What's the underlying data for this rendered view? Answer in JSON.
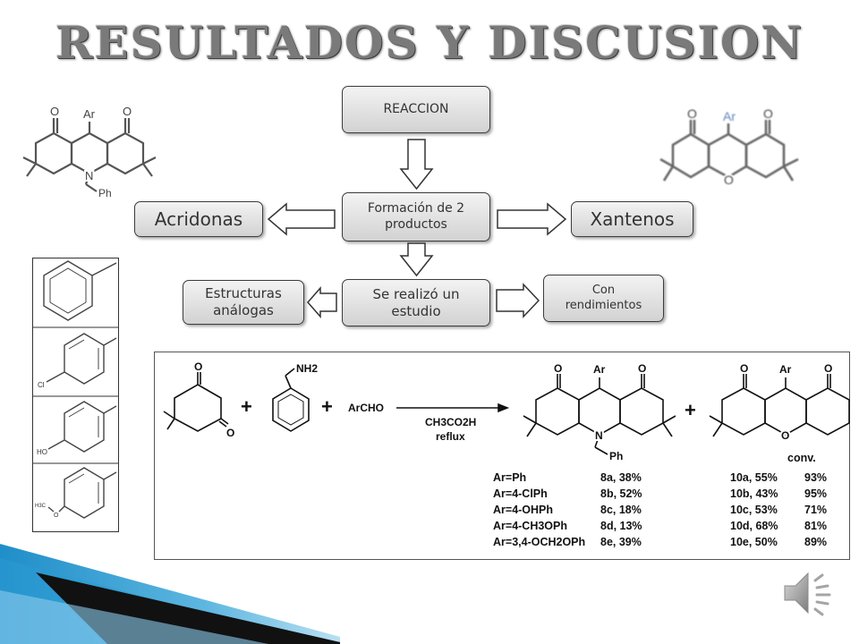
{
  "slide": {
    "title": "RESULTADOS Y DISCUSION"
  },
  "flow": {
    "reaccion": "REACCION",
    "formacion": "Formación de 2 productos",
    "acridonas": "Acridonas",
    "xantenos": "Xantenos",
    "estudio": "Se realizó un estudio",
    "estructuras": "Estructuras análogas",
    "rendimientos": "Con rendimientos"
  },
  "structures": {
    "acridone": {
      "o1": "O",
      "o2": "O",
      "ar": "Ar",
      "n": "N",
      "ph": "Ph"
    },
    "xanthene": {
      "o1": "O",
      "o2": "O",
      "ar": "Ar",
      "o": "O"
    },
    "substituents": [
      "Cl",
      "HO",
      "H3C",
      "O"
    ]
  },
  "scheme": {
    "reagent": "ArCHO",
    "amine_label": "NH2",
    "conditions": [
      "CH3CO2H",
      "reflux"
    ],
    "plus": "+",
    "product1_labels": {
      "ar": "Ar",
      "n": "N",
      "ph": "Ph",
      "o": "O"
    },
    "product2_labels": {
      "ar": "Ar",
      "o": "O"
    },
    "conv_header": "conv.",
    "rows": [
      {
        "ar": "Ar=Ph",
        "p1": "8a, 38%",
        "p2": "10a, 55%",
        "conv": "93%"
      },
      {
        "ar": "Ar=4-ClPh",
        "p1": "8b, 52%",
        "p2": "10b, 43%",
        "conv": "95%"
      },
      {
        "ar": "Ar=4-OHPh",
        "p1": "8c, 18%",
        "p2": "10c, 53%",
        "conv": "71%"
      },
      {
        "ar": "Ar=4-CH3OPh",
        "p1": "8d, 13%",
        "p2": "10d, 68%",
        "conv": "81%"
      },
      {
        "ar": "Ar=3,4-OCH2OPh",
        "p1": "8e, 39%",
        "p2": "10e, 50%",
        "conv": "89%"
      }
    ]
  },
  "colors": {
    "title_gray": "#7a7a7a",
    "box_border": "#3c3c3c",
    "deco_blue": "#1f8ec9",
    "deco_dark": "#111111",
    "speaker_gray": "#9a9a9a"
  },
  "icons": {
    "speaker": "speaker-icon",
    "arrows": "block-arrow-icon"
  }
}
